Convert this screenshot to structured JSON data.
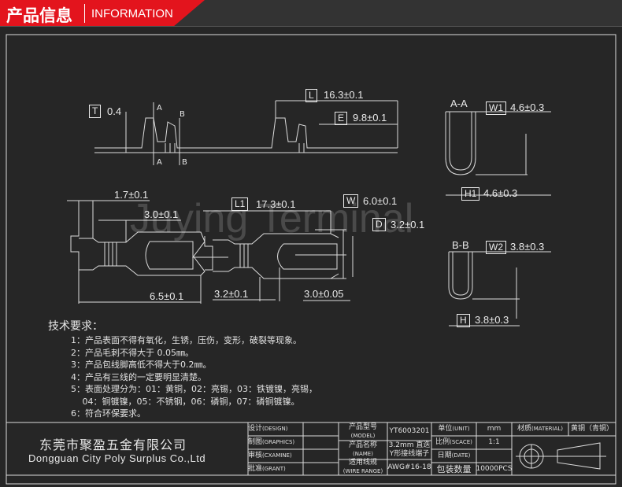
{
  "header": {
    "title_cn": "产品信息",
    "title_en": "INFORMATION",
    "accent": "#e3141d"
  },
  "watermark": "Juying Terminal",
  "side_view": {
    "t_label": "T",
    "t_value": "0.4",
    "section_a": "A",
    "section_b": "B",
    "l_label": "L",
    "l_value": "16.3±0.1",
    "e_label": "E",
    "e_value": "9.8±0.1"
  },
  "section_aa": {
    "title": "A-A",
    "w1_label": "W1",
    "w1_value": "4.6±0.3",
    "h1_label": "H1",
    "h1_value": "4.6±0.3"
  },
  "section_bb": {
    "title": "B-B",
    "w2_label": "W2",
    "w2_value": "3.8±0.3",
    "h_label": "H",
    "h_value": "3.8±0.3"
  },
  "top_view": {
    "d1": "1.7±0.1",
    "d2": "3.0±0.1",
    "l1_label": "L1",
    "l1_value": "17.3±0.1",
    "w_label": "W",
    "w_value": "6.0±0.1",
    "d_label": "D",
    "d_value": "3.2±0.1",
    "d3": "6.5±0.1",
    "d4": "3.2±0.1",
    "d5": "3.0±0.05"
  },
  "notes": {
    "title": "技术要求：",
    "items": [
      "1：产品表面不得有氧化，生锈，压伤，变形，破裂等现象。",
      "2：产品毛刺不得大于 0.05㎜。",
      "3：产品包线脚高低不得大于0.2㎜。",
      "4：产品有三线的一定要明显清楚。",
      "5：表面处理分为：01：黄铜，02：亮锡，03：铁镀镍，亮锡，",
      "　 04：铜镀镍，05：不锈钢，06：磷铜，07：磷铜镀镍。",
      "6：符合环保要求。"
    ]
  },
  "company": {
    "name_cn": "东莞市聚盈五金有限公司",
    "name_en": "Dongguan City Poly Surplus Co.,Ltd"
  },
  "title_block": {
    "design": "设计",
    "design_en": "(DESIGN)",
    "graphics": "制图",
    "graphics_en": "(GRAPHICS)",
    "examine": "审核",
    "examine_en": "(CXAMINE)",
    "grant": "批准",
    "grant_en": "(GRANT)",
    "model": "产品型号",
    "model_en": "(MODEL)",
    "model_value": "YT6003201",
    "name": "产品名称",
    "name_en": "(NAME)",
    "name_value1": "3.2mm 直迭",
    "name_value2": "Y形接线端子",
    "wire": "适用线规",
    "wire_en": "(WIRE RANGE)",
    "wire_value": "AWG#16-18",
    "unit": "单位",
    "unit_en": "(UNIT)",
    "unit_value": "mm",
    "scale": "比例",
    "scale_en": "(SCACE)",
    "scale_value": "1:1",
    "date": "日期",
    "date_en": "(DATE)",
    "qty": "包装数量",
    "qty_value": "10000PCS",
    "material": "材质",
    "material_en": "(MATERIAL)",
    "material_value": "黄铜（青铜）"
  }
}
